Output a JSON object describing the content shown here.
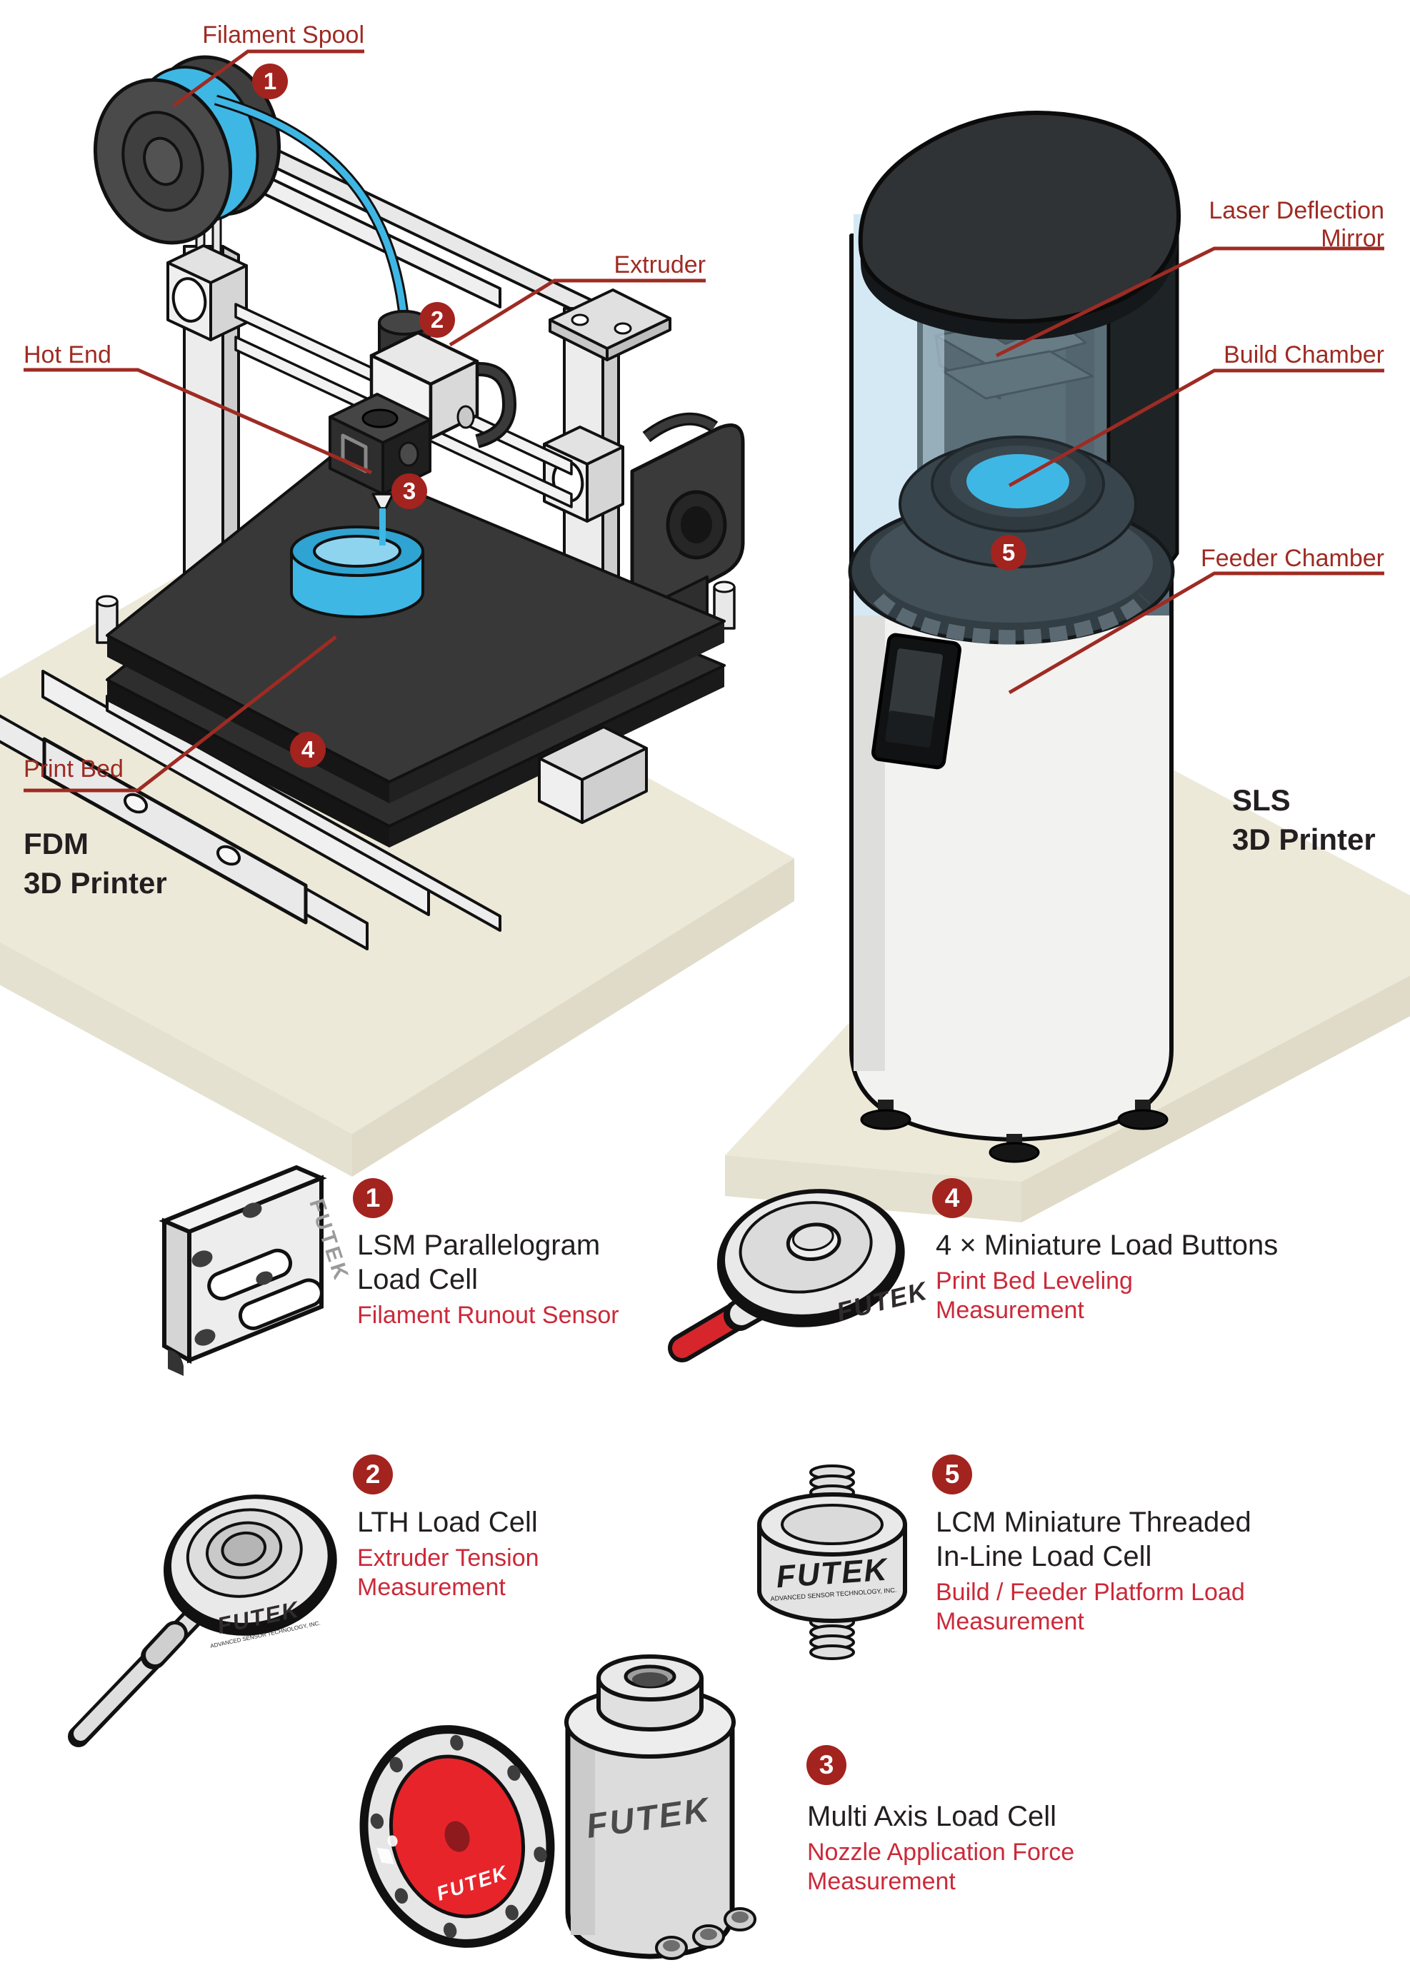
{
  "brand": {
    "logo": "FUTEK",
    "tagline": "ADVANCED SENSOR TECHNOLOGY, INC."
  },
  "printers": {
    "fdm": {
      "name_line1": "FDM",
      "name_line2": "3D Printer",
      "callouts": {
        "filament_spool": {
          "label": "Filament Spool",
          "number": "1"
        },
        "extruder": {
          "label": "Extruder",
          "number": "2"
        },
        "hot_end": {
          "label": "Hot End",
          "number": "3"
        },
        "print_bed": {
          "label": "Print Bed",
          "number": "4"
        }
      }
    },
    "sls": {
      "name_line1": "SLS",
      "name_line2": "3D Printer",
      "callouts": {
        "laser_deflection_mirror": {
          "label_line1": "Laser Deflection",
          "label_line2": "Mirror"
        },
        "build_chamber": {
          "label": "Build Chamber",
          "number": "5"
        },
        "feeder_chamber": {
          "label": "Feeder Chamber"
        }
      }
    }
  },
  "products": [
    {
      "number": "1",
      "title_lines": [
        "LSM Parallelogram",
        "Load Cell"
      ],
      "subtitle_lines": [
        "Filament Runout Sensor"
      ]
    },
    {
      "number": "2",
      "title_lines": [
        "LTH Load Cell"
      ],
      "subtitle_lines": [
        "Extruder Tension",
        "Measurement"
      ]
    },
    {
      "number": "3",
      "title_lines": [
        "Multi Axis Load Cell"
      ],
      "subtitle_lines": [
        "Nozzle Application Force",
        "Measurement"
      ]
    },
    {
      "number": "4",
      "title_lines": [
        "4 × Miniature Load Buttons"
      ],
      "subtitle_lines": [
        "Print Bed Leveling",
        "Measurement"
      ]
    },
    {
      "number": "5",
      "title_lines": [
        "LCM Miniature Threaded",
        "In-Line Load Cell"
      ],
      "subtitle_lines": [
        "Build / Feeder Platform Load",
        "Measurement"
      ]
    }
  ],
  "colors": {
    "callout_red": "#9E2B23",
    "badge_red": "#A3231F",
    "subtitle_red": "#CB2939",
    "machine_blue": "#3FB7E5",
    "platform_beige": "#ECE9D9",
    "text_black": "#231F20"
  }
}
